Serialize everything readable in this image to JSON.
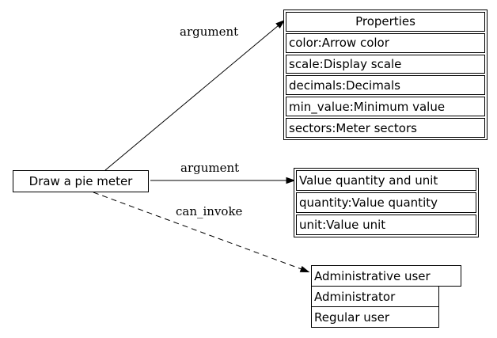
{
  "diagram": {
    "node": {
      "label": "Draw a pie meter"
    },
    "edges": [
      {
        "label": "argument",
        "style": "solid",
        "from": "Draw a pie meter",
        "to": "Properties"
      },
      {
        "label": "argument",
        "style": "solid",
        "from": "Draw a pie meter",
        "to": "Value quantity and unit"
      },
      {
        "label": "can_invoke",
        "style": "dashed",
        "from": "Draw a pie meter",
        "to": "Administrative user"
      }
    ],
    "tables": {
      "properties": {
        "header": "Properties",
        "rows": [
          "color:Arrow color",
          "scale:Display scale",
          "decimals:Decimals",
          "min_value:Minimum value",
          "sectors:Meter sectors"
        ]
      },
      "value_quantity": {
        "header": "Value quantity and unit",
        "rows": [
          "quantity:Value quantity",
          "unit:Value unit"
        ]
      },
      "admin_user": {
        "header": "Administrative user",
        "rows": [
          "Administrator",
          "Regular user"
        ]
      }
    },
    "colors": {
      "line": "#000000",
      "text": "#000000",
      "background": "#ffffff"
    }
  }
}
